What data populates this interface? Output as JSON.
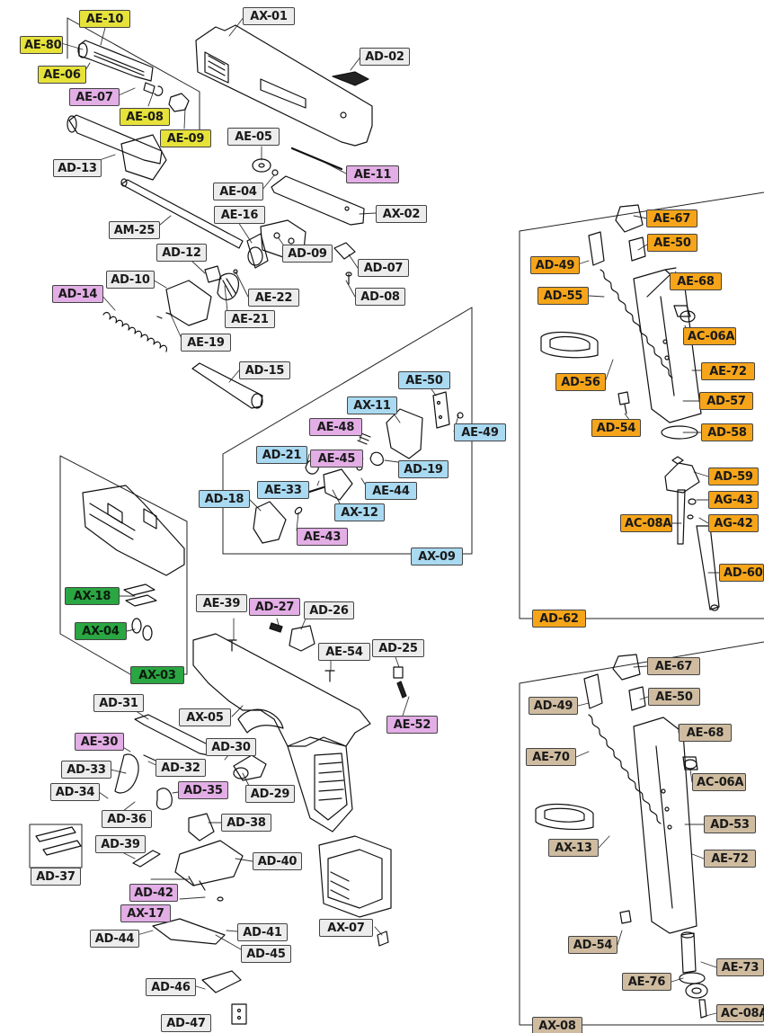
{
  "colors": {
    "gray": "#ececec",
    "yellow": "#e6e23a",
    "pink": "#e3aee6",
    "blue": "#a9daf2",
    "green": "#2aa642",
    "orange": "#f6a51a",
    "tan": "#cfbca0"
  },
  "labels": {
    "AE10": "AE-10",
    "AE80": "AE-80",
    "AE06": "AE-06",
    "AE07": "AE-07",
    "AE08": "AE-08",
    "AE09": "AE-09",
    "AD13": "AD-13",
    "AX01": "AX-01",
    "AD02": "AD-02",
    "AE05": "AE-05",
    "AE11": "AE-11",
    "AE04": "AE-04",
    "AX02": "AX-02",
    "AM25": "AM-25",
    "AE16": "AE-16",
    "AD12": "AD-12",
    "AD09": "AD-09",
    "AD07": "AD-07",
    "AD10": "AD-10",
    "AE22": "AE-22",
    "AD08": "AD-08",
    "AD14": "AD-14",
    "AE21": "AE-21",
    "AE19": "AE-19",
    "AD15": "AD-15",
    "AE50": "AE-50",
    "AX11": "AX-11",
    "AE49": "AE-49",
    "AE48": "AE-48",
    "AD21": "AD-21",
    "AE45": "AE-45",
    "AD19": "AD-19",
    "AE33": "AE-33",
    "AE44": "AE-44",
    "AD18": "AD-18",
    "AX12": "AX-12",
    "AE43": "AE-43",
    "AX09": "AX-09",
    "AX18": "AX-18",
    "AX04": "AX-04",
    "AX03": "AX-03",
    "AE39": "AE-39",
    "AD27": "AD-27",
    "AD26": "AD-26",
    "AE54": "AE-54",
    "AD25": "AD-25",
    "AX05": "AX-05",
    "AE52": "AE-52",
    "AD31": "AD-31",
    "AE30": "AE-30",
    "AD30": "AD-30",
    "AD33": "AD-33",
    "AD32": "AD-32",
    "AD34": "AD-34",
    "AD35": "AD-35",
    "AD29": "AD-29",
    "AD36": "AD-36",
    "AD38": "AD-38",
    "AD37": "AD-37",
    "AD39": "AD-39",
    "AD40": "AD-40",
    "AD42": "AD-42",
    "AX17": "AX-17",
    "AD41": "AD-41",
    "AX07": "AX-07",
    "AD44": "AD-44",
    "AD45": "AD-45",
    "AD46": "AD-46",
    "AD47": "AD-47",
    "AE67a": "AE-67",
    "AE50a": "AE-50",
    "AD49a": "AD-49",
    "AE68a": "AE-68",
    "AD55": "AD-55",
    "AC06Aa": "AC-06A",
    "AD56": "AD-56",
    "AE72a": "AE-72",
    "AD57": "AD-57",
    "AD54a": "AD-54",
    "AD58": "AD-58",
    "AD59": "AD-59",
    "AG43": "AG-43",
    "AC08Aa": "AC-08A",
    "AG42": "AG-42",
    "AD60": "AD-60",
    "AD62": "AD-62",
    "AE67b": "AE-67",
    "AE50b": "AE-50",
    "AD49b": "AD-49",
    "AE68b": "AE-68",
    "AE70": "AE-70",
    "AC06Ab": "AC-06A",
    "AD53": "AD-53",
    "AX13": "AX-13",
    "AE72b": "AE-72",
    "AD54b": "AD-54",
    "AE73": "AE-73",
    "AE76": "AE-76",
    "AC08Ab": "AC-08A",
    "AX08": "AX-08"
  }
}
